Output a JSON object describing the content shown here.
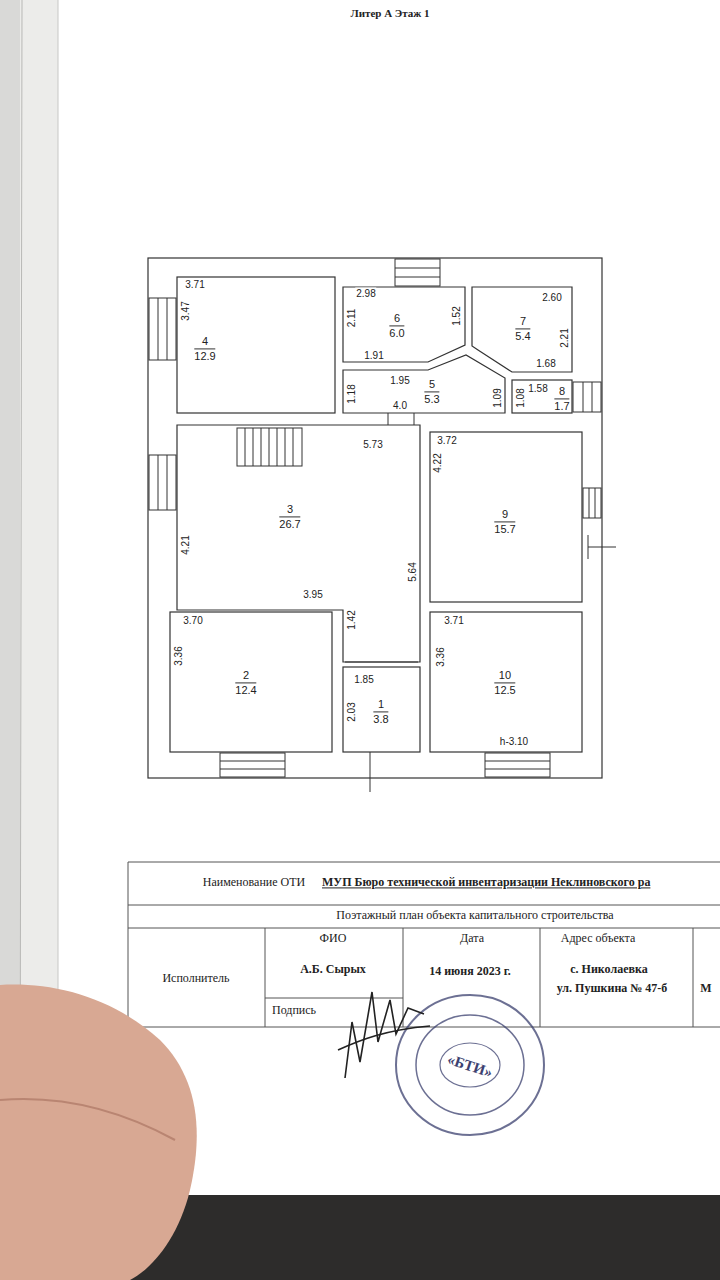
{
  "diagram": {
    "title": "Литер А Этаж 1",
    "nodes": [
      {
        "text": [
          "4",
          "12.9"
        ]
      },
      {
        "text": [
          "6",
          "6.0"
        ]
      },
      {
        "text": [
          "7",
          "5.4"
        ]
      },
      {
        "text": [
          "5",
          "5.3"
        ]
      },
      {
        "text": [
          "8",
          "1.7"
        ]
      },
      {
        "text": [
          "3",
          "26.7"
        ]
      },
      {
        "text": [
          "9",
          "15.7"
        ]
      },
      {
        "text": [
          "2",
          "12.4"
        ]
      },
      {
        "text": [
          "1",
          "3.8"
        ]
      },
      {
        "text": [
          "10",
          "12.5"
        ]
      }
    ],
    "labels": [
      "3.71",
      "3.47",
      "2.98",
      "2.11",
      "1.52",
      "2.60",
      "2.21",
      "1.91",
      "1.68",
      "1.95",
      "1.58",
      "1.18",
      "1.09",
      "1.08",
      "4.0",
      "5.73",
      "3.72",
      "4.22",
      "4.21",
      "5.64",
      "3.95",
      "3.70",
      "1.42",
      "3.71",
      "3.36",
      "3.36",
      "1.85",
      "2.03",
      "h-3.10",
      "Наименование ОТИ",
      "МУП Бюро технической инвентаризации Неклиновского ра",
      "Поэтажный план объекта капитального строительства",
      "ФИО",
      "Дата",
      "Адрес объекта",
      "Исполнитель",
      "А.Б. Сырых",
      "14 июня 2023 г.",
      "с. Николаевка",
      "ул. Пушкина № 47-б",
      "Подпись",
      "М",
      "«БТИ»"
    ]
  }
}
